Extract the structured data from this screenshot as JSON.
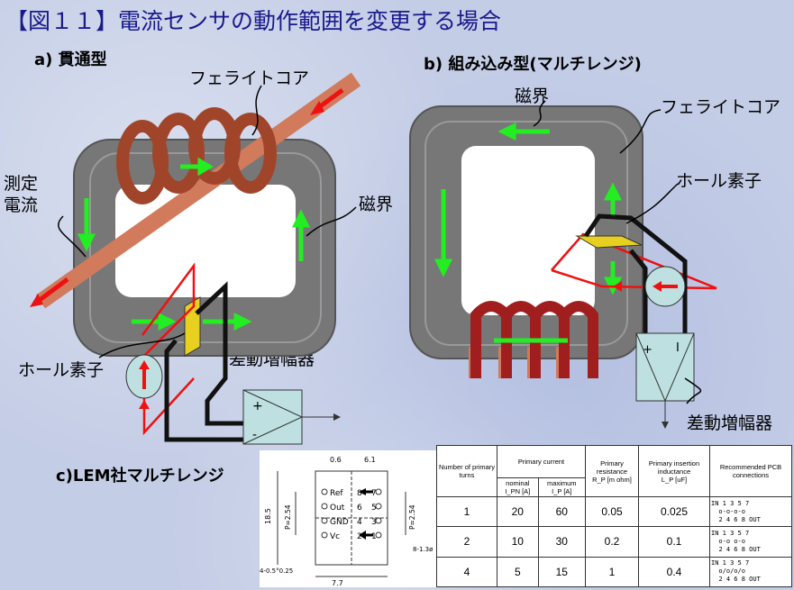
{
  "title": "【図１１】電流センサの動作範囲を変更する場合",
  "section_a": {
    "heading": "a) 貫通型",
    "ferrite_core": "フェライトコア",
    "measured_current": "測定\n電流",
    "magnetic_field": "磁界",
    "hall_element": "ホール素子",
    "diff_amp": "差動増幅器"
  },
  "section_b": {
    "heading": "b) 組み込み型(マルチレンジ)",
    "magnetic_field": "磁界",
    "ferrite_core": "フェライトコア",
    "hall_element": "ホール素子",
    "diff_amp": "差動増幅器",
    "amp_plus": "+",
    "amp_minus": "I"
  },
  "section_c": {
    "heading": "c)LEM社マルチレンジ",
    "dims": {
      "d_06": "0.6",
      "d_61": "6.1",
      "d_185": "18.5",
      "d_p254_left": "P=2.54",
      "d_p254_right": "P=2.54",
      "d_77": "7.7",
      "d_holes": "4-0.5°0.25",
      "d_8_13": "8-1.3ø"
    },
    "pins": [
      "Ref",
      "Out",
      "GND",
      "Vc"
    ],
    "pin_numbers_left": [
      "8",
      "6",
      "4",
      "2"
    ],
    "pin_numbers_right": [
      "7",
      "5",
      "3",
      "1"
    ]
  },
  "table": {
    "headers": {
      "turns": "Number of primary turns",
      "primary_current": "Primary current",
      "nominal": "nominal",
      "nominal_unit": "I_PN [A]",
      "maximum": "maximum",
      "maximum_unit": "I_P [A]",
      "resistance": "Primary resistance",
      "resistance_unit": "R_P [m ohm]",
      "inductance": "Primary insertion inductance",
      "inductance_unit": "L_P [uF]",
      "pcb": "Recommended PCB connections"
    },
    "rows": [
      {
        "turns": "1",
        "nominal": "20",
        "maximum": "60",
        "resistance": "0.05",
        "inductance": "0.025"
      },
      {
        "turns": "2",
        "nominal": "10",
        "maximum": "30",
        "resistance": "0.2",
        "inductance": "0.1"
      },
      {
        "turns": "4",
        "nominal": "5",
        "maximum": "15",
        "resistance": "1",
        "inductance": "0.4"
      }
    ],
    "pcb_in": "IN",
    "pcb_out": "OUT",
    "pcb_top": "1 3 5 7",
    "pcb_bottom": "2 4 6 8"
  },
  "colors": {
    "title": "#1a1a8c",
    "core": "#7a7a7a",
    "coil": "#a0452a",
    "arrow_field": "#22ee22",
    "arrow_current": "#ee1111",
    "hall": "#e8d020",
    "amp": "#bfe0e0"
  }
}
